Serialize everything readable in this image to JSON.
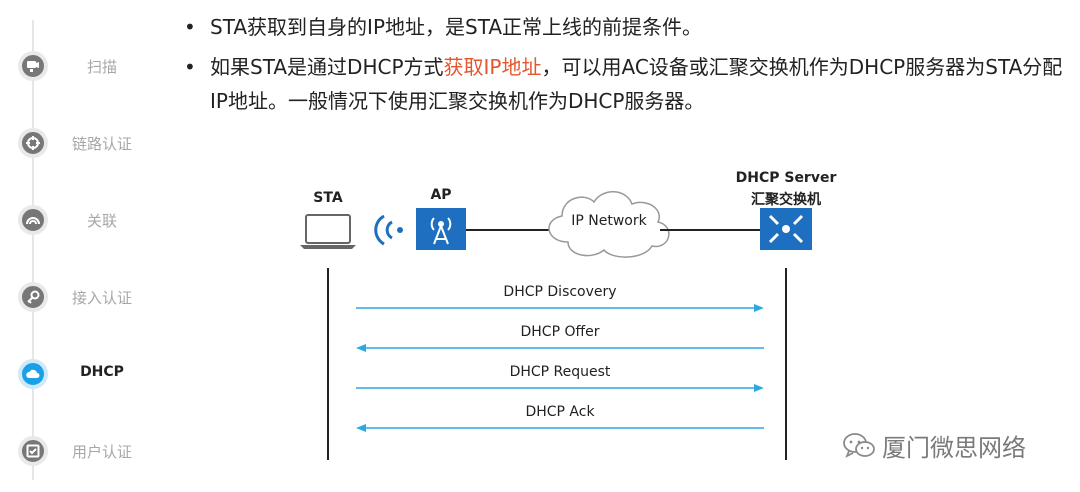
{
  "sidebar": {
    "steps": [
      {
        "label": "扫描",
        "icon": "scan-icon"
      },
      {
        "label": "链路认证",
        "icon": "link-auth-icon"
      },
      {
        "label": "关联",
        "icon": "association-icon"
      },
      {
        "label": "接入认证",
        "icon": "key-icon"
      },
      {
        "label": "DHCP",
        "icon": "cloud-icon",
        "active": true
      },
      {
        "label": "用户认证",
        "icon": "checkbox-icon"
      }
    ],
    "active_color": "#1aa0e6",
    "inactive_color": "#777777"
  },
  "bullets": {
    "b1": "STA获取到自身的IP地址，是STA正常上线的前提条件。",
    "b2_pre": "如果STA是通过DHCP方式",
    "b2_hl": "获取IP地址",
    "b2_post": "，可以用AC设备或汇聚交换机作为DHCP服务器为STA分配IP地址。一般情况下使用汇聚交换机作为DHCP服务器。",
    "bullet_symbol": "•",
    "highlight_color": "#e4572e"
  },
  "diagram": {
    "sta_label": "STA",
    "ap_label": "AP",
    "network_label": "IP Network",
    "server_label_1": "DHCP Server",
    "server_label_2": "汇聚交换机",
    "messages": [
      {
        "label": "DHCP Discovery",
        "direction": "right"
      },
      {
        "label": "DHCP Offer",
        "direction": "left"
      },
      {
        "label": "DHCP Request",
        "direction": "right"
      },
      {
        "label": "DHCP Ack",
        "direction": "left"
      }
    ],
    "arrow_color": "#29a9e0",
    "device_color": "#1e6fc0"
  },
  "watermark": {
    "text": "厦门微思网络",
    "icon": "wechat-icon"
  }
}
